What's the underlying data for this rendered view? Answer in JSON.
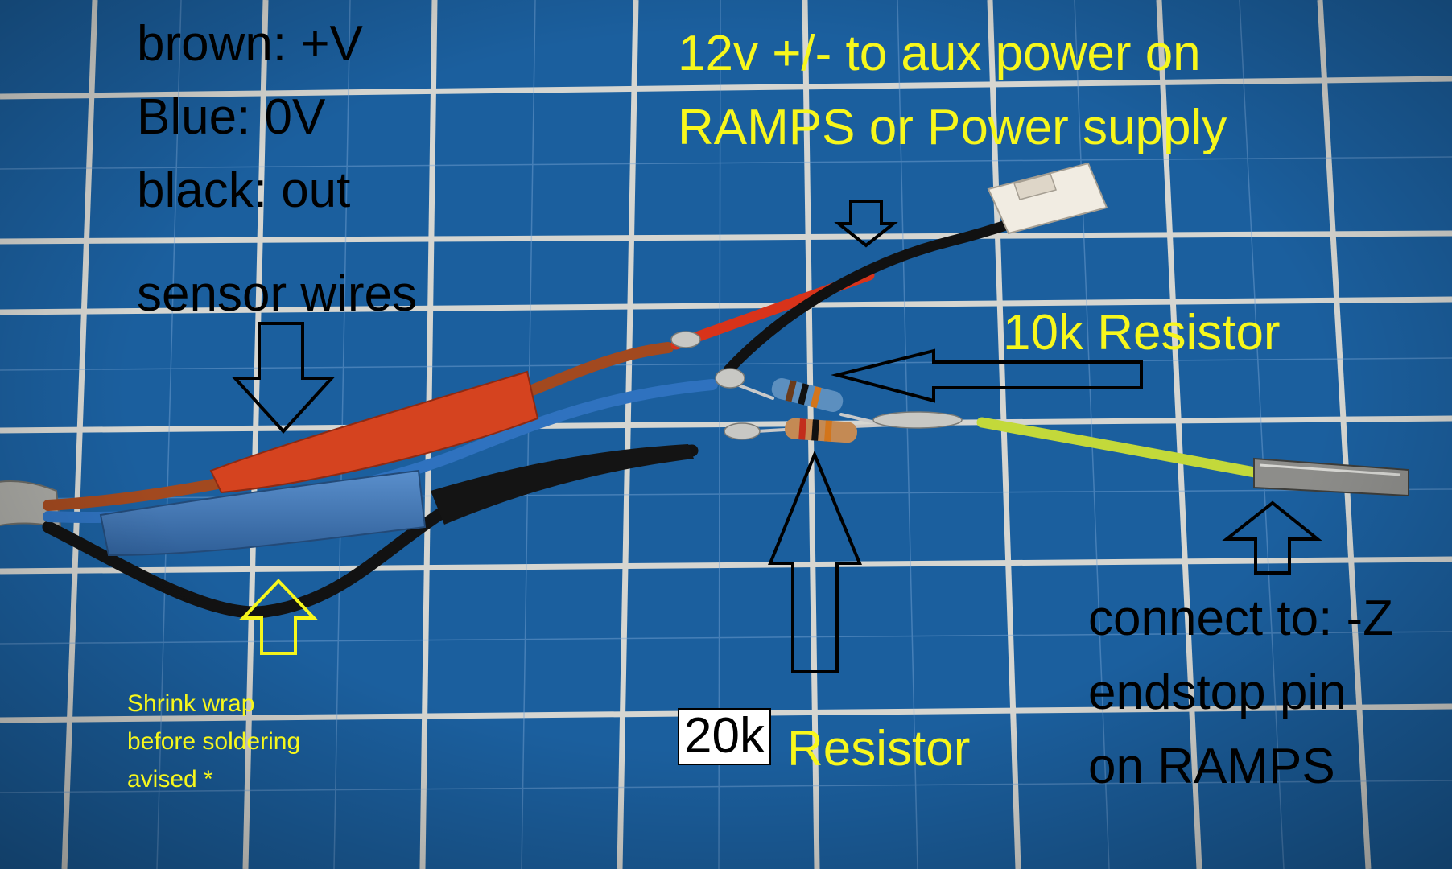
{
  "colors": {
    "mat_blue": "#1b5f9e",
    "grid_line": "#e8e4da",
    "label_black": "#000000",
    "label_yellow": "#f7f71c",
    "wire_red": "#d8331a",
    "wire_blue": "#2f6fb8",
    "wire_black": "#111111",
    "wire_yellow_green": "#c3d93a",
    "connector_white": "#f1ece2"
  },
  "wire_legend": {
    "brown": "brown: +V",
    "blue": "Blue: 0V",
    "black": "black: out"
  },
  "labels": {
    "sensor_wires": "sensor wires",
    "power": {
      "line1": "12v +/- to aux power on",
      "line2": "RAMPS or Power supply"
    },
    "resistor_10k": "10k Resistor",
    "resistor_20k": {
      "value": "20k",
      "word": "Resistor"
    },
    "connect": {
      "line1": "connect to: -Z",
      "line2": "endstop pin",
      "line3": "on RAMPS"
    },
    "shrink_wrap": {
      "line1": "Shrink wrap",
      "line2": "before soldering",
      "line3": "avised *"
    }
  }
}
